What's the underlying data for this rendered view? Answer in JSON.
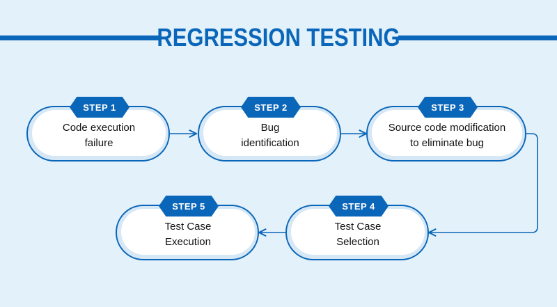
{
  "title": "REGRESSION TESTING",
  "colors": {
    "accent": "#0a66b8",
    "background": "#e3f1fb",
    "pill_shadow": "#d6e7f5",
    "pill_fill": "#ffffff"
  },
  "steps": [
    {
      "badge": "STEP 1",
      "text": "Code execution\nfailure"
    },
    {
      "badge": "STEP 2",
      "text": "Bug\nidentification"
    },
    {
      "badge": "STEP 3",
      "text": "Source code modification\nto eliminate bug"
    },
    {
      "badge": "STEP 4",
      "text": "Test Case\nSelection"
    },
    {
      "badge": "STEP 5",
      "text": "Test Case\nExecution"
    }
  ]
}
